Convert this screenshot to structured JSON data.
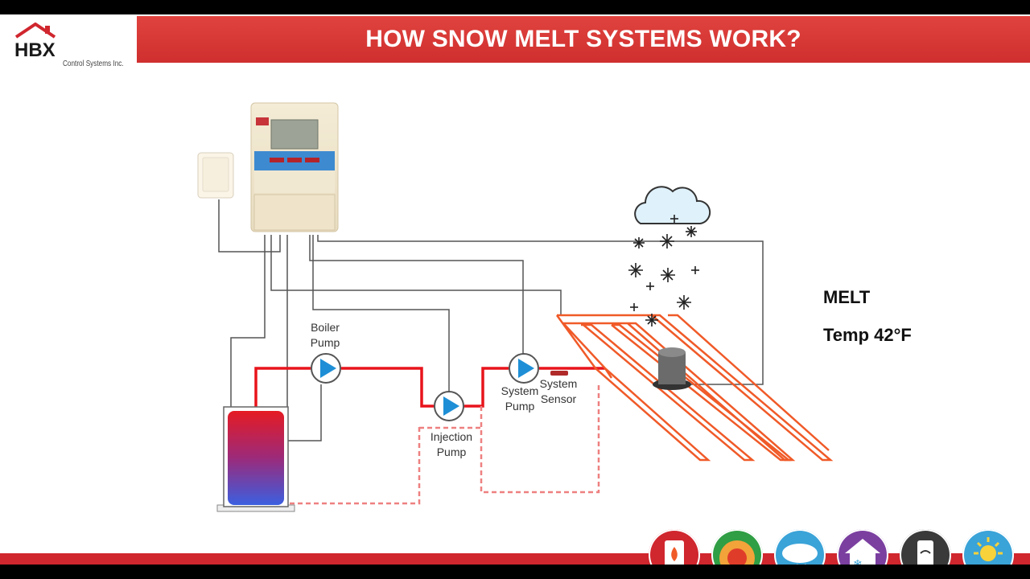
{
  "header": {
    "logo_text": "HBX",
    "logo_subtext": "Control Systems Inc.",
    "title": "HOW SNOW MELT SYSTEMS WORK?"
  },
  "diagram": {
    "labels": {
      "boiler_pump": [
        "Boiler",
        "Pump"
      ],
      "injection_pump": [
        "Injection",
        "Pump"
      ],
      "system_pump": [
        "System",
        "Pump"
      ],
      "system_sensor": [
        "System",
        "Sensor"
      ]
    }
  },
  "status": {
    "mode": "MELT",
    "temperature": "Temp 42°F"
  },
  "footer": {
    "icons": [
      "boiler-flame-icon",
      "geothermal-icon",
      "snow-melt-icon",
      "home-heating-cooling-icon",
      "smartphone-wifi-icon",
      "solar-icon"
    ]
  },
  "colors": {
    "brand_red": "#d0262e",
    "hot_pipe": "#e8141b",
    "slab_tubing": "#f05a28",
    "return_pipe": "#ee8080",
    "pump_blue": "#1e8fd6"
  }
}
